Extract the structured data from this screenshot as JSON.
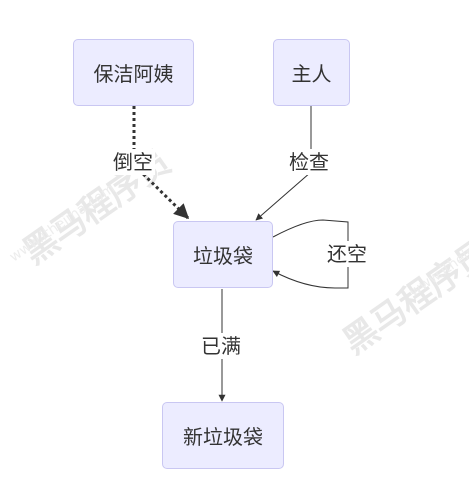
{
  "nodes": {
    "cleaner": "保洁阿姨",
    "owner": "主人",
    "trash_bag": "垃圾袋",
    "new_trash_bag": "新垃圾袋"
  },
  "edges": {
    "pour": "倒空",
    "check": "检查",
    "not_empty": "还空",
    "full": "已满"
  },
  "watermark": {
    "brand": "黑马程序员",
    "url": "www.itheima.com"
  },
  "colors": {
    "node_fill": "#ECECFF",
    "node_border": "#C9C7F2",
    "line": "#333333"
  }
}
